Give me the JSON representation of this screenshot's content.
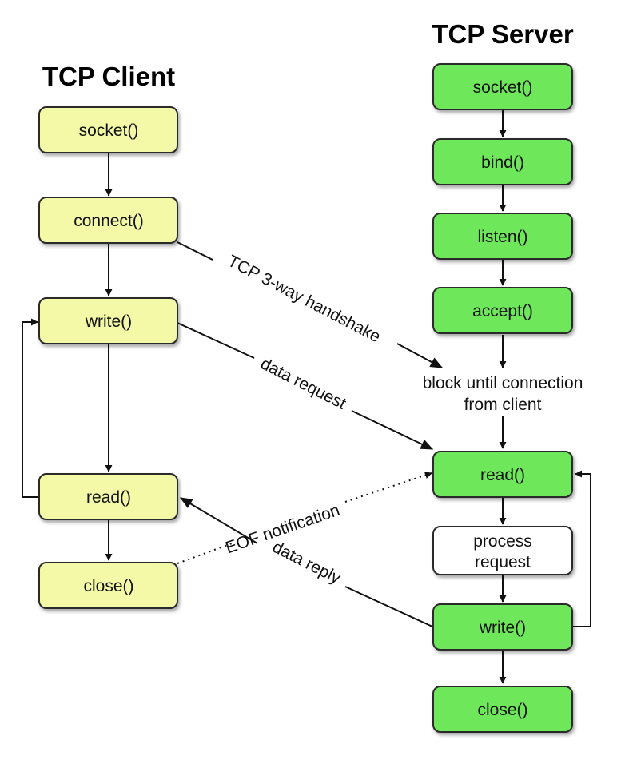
{
  "titles": {
    "client": "TCP Client",
    "server": "TCP Server"
  },
  "client_nodes": {
    "socket": "socket()",
    "connect": "connect()",
    "write": "write()",
    "read": "read()",
    "close": "close()"
  },
  "server_nodes": {
    "socket": "socket()",
    "bind": "bind()",
    "listen": "listen()",
    "accept": "accept()",
    "block_line1": "block until connection",
    "block_line2": "from client",
    "read": "read()",
    "process_line1": "process",
    "process_line2": "request",
    "write": "write()",
    "close": "close()"
  },
  "edge_labels": {
    "handshake": "TCP 3-way handshake",
    "data_request": "data request",
    "eof": "EOF notification",
    "data_reply": "data reply"
  },
  "colors": {
    "client_box": "#f3f9a6",
    "server_box": "#6ee85a",
    "process_box": "#ffffff"
  }
}
